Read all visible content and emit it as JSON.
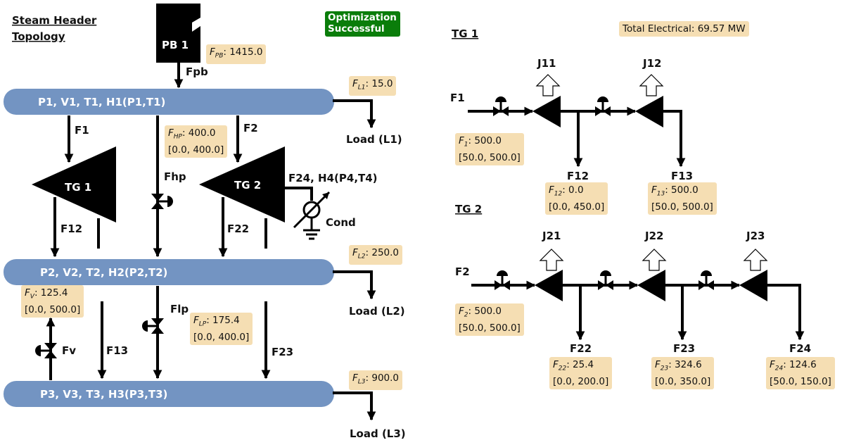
{
  "title_left": {
    "line1": "Steam Header",
    "line2": "Topology"
  },
  "status": {
    "line1": "Optimization",
    "line2": "Successful",
    "color": "#0a7d0a"
  },
  "total_electrical": "Total Electrical: 69.57 MW",
  "colors": {
    "header": "#7394c2",
    "box": "#f5deb3",
    "status": "#0a7d0a"
  },
  "topology": {
    "pb1": "PB 1",
    "fpb_label": "Fpb",
    "fpb_value": {
      "sym": "F",
      "sub": "PB",
      "text": ": 1415.0"
    },
    "headers": [
      "P1, V1, T1, H1(P1,T1)",
      "P2, V2, T2, H2(P2,T2)",
      "P3, V3, T3, H3(P3,T3)"
    ],
    "loads": [
      "Load (L1)",
      "Load (L2)",
      "Load (L3)"
    ],
    "fl1": {
      "sym": "F",
      "sub": "L1",
      "text": ": 15.0"
    },
    "fl2": {
      "sym": "F",
      "sub": "L2",
      "text": ": 250.0"
    },
    "fl3": {
      "sym": "F",
      "sub": "L3",
      "text": ": 900.0"
    },
    "f1": "F1",
    "f2": "F2",
    "f12": "F12",
    "f22": "F22",
    "f13": "F13",
    "f23": "F23",
    "tg1": "TG 1",
    "tg2": "TG 2",
    "fhp": "Fhp",
    "flp": "Flp",
    "fv": "Fv",
    "f24": "F24, H4(P4,T4)",
    "cond": "Cond",
    "fhp_value": {
      "sym": "F",
      "sub": "HP",
      "text": ": 400.0",
      "range": "[0.0, 400.0]"
    },
    "flp_value": {
      "sym": "F",
      "sub": "LP",
      "text": ": 175.4",
      "range": "[0.0, 400.0]"
    },
    "fv_value": {
      "sym": "F",
      "sub": "V",
      "text": ": 125.4",
      "range": "[0.0, 500.0]"
    }
  },
  "tg1_detail": {
    "title": "TG 1",
    "inlet": "F1",
    "j11": "J11",
    "j12": "J12",
    "f12": "F12",
    "f13": "F13",
    "f1_value": {
      "sym": "F",
      "sub": "1",
      "text": ": 500.0",
      "range": "[50.0, 500.0]"
    },
    "f12_value": {
      "sym": "F",
      "sub": "12",
      "text": ": 0.0",
      "range": "[0.0, 450.0]"
    },
    "f13_value": {
      "sym": "F",
      "sub": "13",
      "text": ": 500.0",
      "range": "[50.0, 500.0]"
    }
  },
  "tg2_detail": {
    "title": "TG 2",
    "inlet": "F2",
    "j21": "J21",
    "j22": "J22",
    "j23": "J23",
    "f22": "F22",
    "f23": "F23",
    "f24": "F24",
    "f2_value": {
      "sym": "F",
      "sub": "2",
      "text": ": 500.0",
      "range": "[50.0, 500.0]"
    },
    "f22_value": {
      "sym": "F",
      "sub": "22",
      "text": ": 25.4",
      "range": "[0.0, 200.0]"
    },
    "f23_value": {
      "sym": "F",
      "sub": "23",
      "text": ": 324.6",
      "range": "[0.0, 350.0]"
    },
    "f24_value": {
      "sym": "F",
      "sub": "24",
      "text": ": 124.6",
      "range": "[50.0, 150.0]"
    }
  }
}
